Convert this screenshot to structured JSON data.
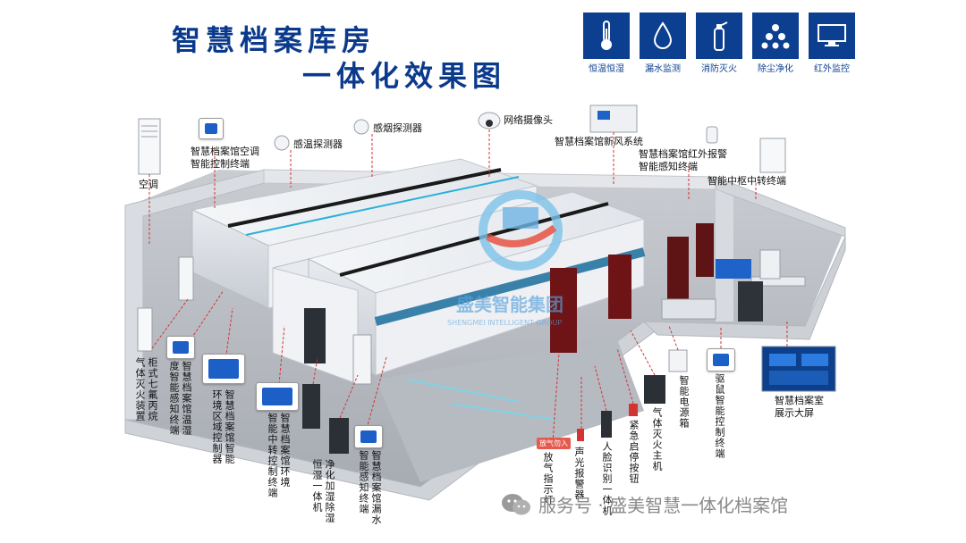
{
  "title": {
    "line1": "智慧档案库房",
    "line2": "一体化效果图"
  },
  "features": [
    {
      "icon": "thermometer-icon",
      "label": "恒温恒湿"
    },
    {
      "icon": "water-drop-icon",
      "label": "漏水监测"
    },
    {
      "icon": "fire-extinguisher-icon",
      "label": "消防灭火"
    },
    {
      "icon": "dust-dots-icon",
      "label": "除尘净化"
    },
    {
      "icon": "monitor-icon",
      "label": "红外监控"
    }
  ],
  "callouts": {
    "air_conditioner": "空调",
    "ac_terminal_line1": "智慧档案馆空调",
    "ac_terminal_line2": "智能控制终端",
    "temp_detector": "感温探测器",
    "smoke_detector": "感烟探测器",
    "camera": "网络摄像头",
    "fresh_air": "智慧档案馆新风系统",
    "infrared_line1": "智慧档案馆红外报警",
    "infrared_line2": "智能感知终端",
    "hub_terminal": "智能中枢中转终端",
    "display_line1": "智慧档案室",
    "display_line2": "展示大屏"
  },
  "vertical_labels": [
    {
      "text": "柜式七氟丙烷"
    },
    {
      "text": "气体灭火装置"
    },
    {
      "text": "智慧档案馆温湿"
    },
    {
      "text": "度智能感知终端"
    },
    {
      "text": "智慧档案馆智能"
    },
    {
      "text": "环境区域控制器"
    },
    {
      "text": "智慧档案馆环境"
    },
    {
      "text": "智能中转控制终端"
    },
    {
      "text": "净化加湿除湿"
    },
    {
      "text": "恒湿一体机"
    },
    {
      "text": "智慧档案馆漏水"
    },
    {
      "text": "智能感知终端"
    },
    {
      "text": "放气指示灯"
    },
    {
      "text": "声光报警器"
    },
    {
      "text": "人脸识别一体机"
    },
    {
      "text": "紧急启停按钮"
    },
    {
      "text": "气体灭火主机"
    },
    {
      "text": "智能电源箱"
    },
    {
      "text": "驱鼠智能控制终端"
    }
  ],
  "watermark": {
    "brand": "盛美智能集团",
    "sub": "SHENGMEI INTELLIGENT GROUP"
  },
  "small_sign": "放气勿入",
  "footer": {
    "text": "服务号 · 盛美智慧一体化档案馆"
  },
  "colors": {
    "title": "#0b3a8c",
    "tile": "#0c3f8f",
    "leader": "#d33333"
  }
}
